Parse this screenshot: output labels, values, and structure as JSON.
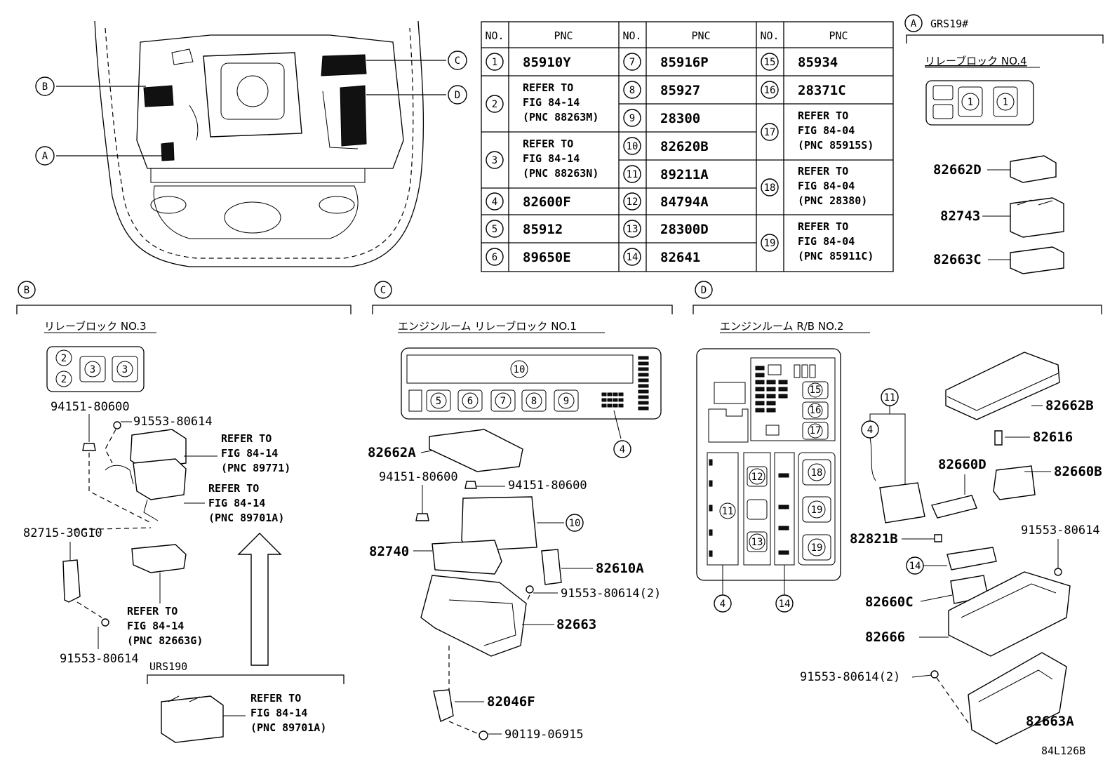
{
  "figure_id": "84L126B",
  "callouts": {
    "a": "A",
    "b": "B",
    "c": "C",
    "d": "D"
  },
  "table": {
    "header_no": "NO.",
    "header_pnc": "PNC",
    "rows": [
      {
        "no": "1",
        "pnc": "85910Y"
      },
      {
        "no": "2",
        "pnc": [
          "REFER TO",
          "FIG 84-14",
          "(PNC 88263M)"
        ]
      },
      {
        "no": "3",
        "pnc": [
          "REFER TO",
          "FIG 84-14",
          "(PNC 88263N)"
        ]
      },
      {
        "no": "4",
        "pnc": "82600F"
      },
      {
        "no": "5",
        "pnc": "85912"
      },
      {
        "no": "6",
        "pnc": "89650E"
      },
      {
        "no": "7",
        "pnc": "85916P"
      },
      {
        "no": "8",
        "pnc": "85927"
      },
      {
        "no": "9",
        "pnc": "28300"
      },
      {
        "no": "10",
        "pnc": "82620B"
      },
      {
        "no": "11",
        "pnc": "89211A"
      },
      {
        "no": "12",
        "pnc": "84794A"
      },
      {
        "no": "13",
        "pnc": "28300D"
      },
      {
        "no": "14",
        "pnc": "82641"
      },
      {
        "no": "15",
        "pnc": "85934"
      },
      {
        "no": "16",
        "pnc": "28371C"
      },
      {
        "no": "17",
        "pnc": [
          "REFER TO",
          "FIG 84-04",
          "(PNC 85915S)"
        ]
      },
      {
        "no": "18",
        "pnc": [
          "REFER TO",
          "FIG 84-04",
          "(PNC 28380)"
        ]
      },
      {
        "no": "19",
        "pnc": [
          "REFER TO",
          "FIG 84-04",
          "(PNC 85911C)"
        ]
      }
    ]
  },
  "section_a": {
    "model": "GRS19#",
    "title": "リレーブロック NO.4",
    "relay_no": "1",
    "parts": [
      "82662D",
      "82743",
      "82663C"
    ]
  },
  "section_b": {
    "title": "リレーブロック NO.3",
    "relay_2": "2",
    "relay_3": "3",
    "parts": {
      "nut": "94151-80600",
      "screw_top": "91553-80614",
      "bracket": "82715-30G10",
      "screw_bottom": "91553-80614",
      "urs_model": "URS190"
    },
    "refs": {
      "cover": [
        "REFER TO",
        "FIG 84-14",
        "(PNC 89771)"
      ],
      "block": [
        "REFER TO",
        "FIG 84-14",
        "(PNC 89701A)"
      ],
      "lower": [
        "REFER TO",
        "FIG 84-14",
        "(PNC 82663G)"
      ],
      "urs": [
        "REFER TO",
        "FIG 84-14",
        "(PNC 89701A)"
      ]
    }
  },
  "section_c": {
    "title": "エンジンルーム リレーブロック NO.1",
    "relay_nums": [
      "10",
      "5",
      "6",
      "7",
      "8",
      "9",
      "4"
    ],
    "parts": {
      "cover": "82662A",
      "nut_left": "94151-80600",
      "nut_right": "94151-80600",
      "ten": "10",
      "bracket": "82740",
      "clip": "82610A",
      "screw2": "91553-80614(2)",
      "case": "82663",
      "bracket2": "82046F",
      "bolt": "90119-06915"
    }
  },
  "section_d": {
    "title": "エンジンルーム R/B NO.2",
    "relay_nums": [
      "15",
      "16",
      "17",
      "12",
      "13",
      "11",
      "18",
      "19",
      "19",
      "4",
      "14"
    ],
    "parts": {
      "cover": "82662B",
      "pin": "82616",
      "relay_d": "82660D",
      "relay_b": "82660B",
      "n11": "11",
      "n4": "4",
      "unit": "82821B",
      "n14": "14",
      "screw": "91553-80614",
      "relay_c": "82660C",
      "box": "82666",
      "screw2": "91553-80614(2)",
      "lower": "82663A"
    }
  }
}
